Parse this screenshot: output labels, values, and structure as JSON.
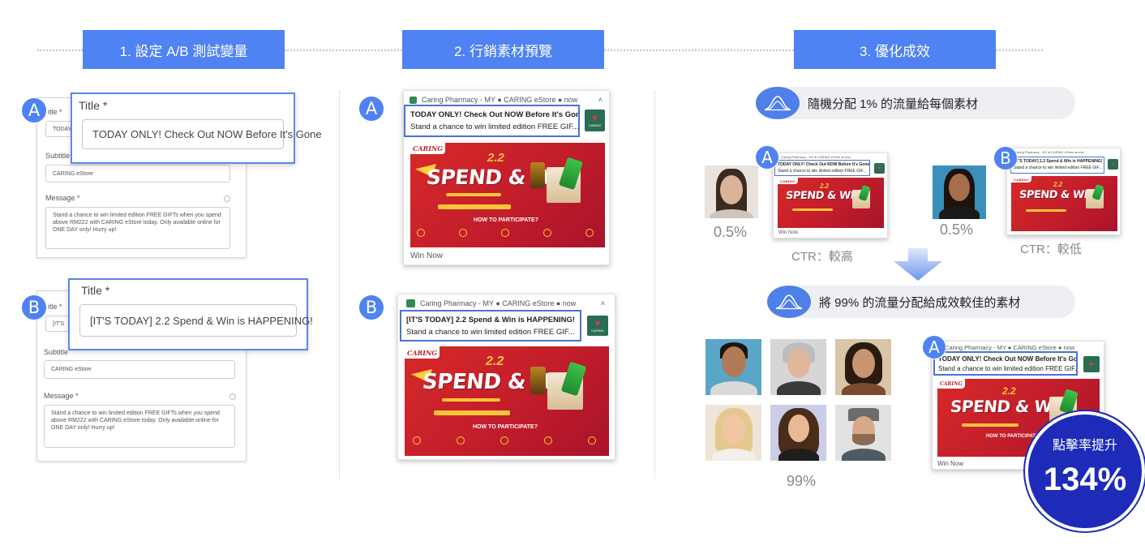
{
  "steps": [
    {
      "label": "1. 設定 A/B 測試變量"
    },
    {
      "label": "2. 行銷素材預覽"
    },
    {
      "label": "3. 優化成效"
    }
  ],
  "form": {
    "title_label": "Title *",
    "subtitle_label": "Subtitle",
    "message_label": "Message *",
    "subtitle_value": "CARING eStore",
    "message_value": "Stand a chance to win limited edition FREE GIFTs when you spend above RM222 with CARING eStore today. Only available online for ONE DAY only! Hurry up!",
    "variant_a": {
      "badge": "A",
      "title_value": "TODAY ONLY! Check Out NOW Before It's Gone",
      "peek_label": "itle *",
      "peek_value": "TODAY"
    },
    "variant_b": {
      "badge": "B",
      "title_value": "[IT'S TODAY] 2.2 Spend & Win is HAPPENING!",
      "peek_label": "itle *",
      "peek_value": "[IT'S"
    }
  },
  "ad": {
    "source": "Caring Pharmacy - MY ● CARING eStore ● now",
    "chevron": "˄",
    "body": "Stand a chance to win limited edition FREE GIF...",
    "cta": "Win Now",
    "logo_word": "CARING",
    "banner": {
      "brand": "CARING",
      "number": "2.2",
      "headline": "SPEND & WIN",
      "how": "HOW TO PARTICIPATE?"
    },
    "variant_a": {
      "badge": "A",
      "title": "TODAY ONLY! Check Out NOW Before It's Gone"
    },
    "variant_b": {
      "badge": "B",
      "title": "[IT'S TODAY] 2.2 Spend & Win is HAPPENING!"
    }
  },
  "optimize": {
    "pill1": "隨機分配 1% 的流量給每個素材",
    "pill2": "將 99% 的流量分配給成效較佳的素材",
    "test_a": {
      "badge": "A",
      "pct": "0.5%",
      "ctr": "CTR：較高"
    },
    "test_b": {
      "badge": "B",
      "pct": "0.5%",
      "ctr": "CTR：較低"
    },
    "winner": {
      "badge": "A",
      "pct": "99%"
    },
    "result": {
      "label": "點擊率提升",
      "value": "134%"
    }
  },
  "colors": {
    "accent": "#4f82f2",
    "badge_dark": "#1d2bb8",
    "banner_red": "#c8202c"
  }
}
